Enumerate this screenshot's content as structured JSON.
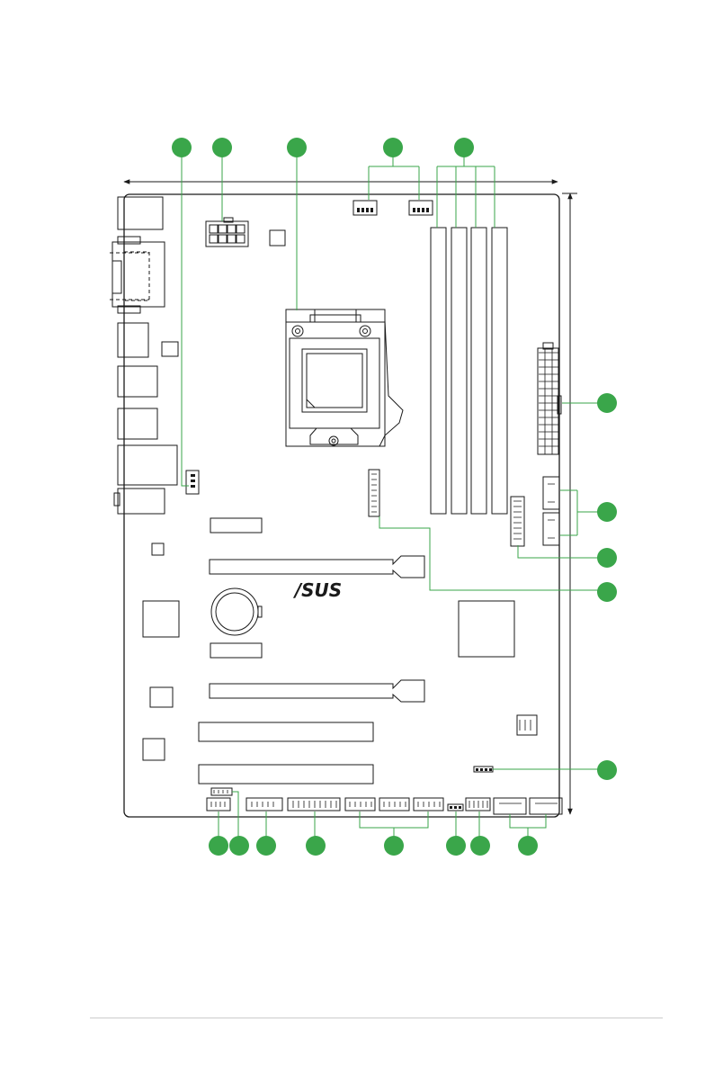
{
  "diagram": {
    "board_logo": "/SUS",
    "callouts": [
      {
        "id": "c1",
        "label": ""
      },
      {
        "id": "c2",
        "label": ""
      },
      {
        "id": "c3",
        "label": ""
      },
      {
        "id": "c4",
        "label": ""
      },
      {
        "id": "c5",
        "label": ""
      },
      {
        "id": "c6",
        "label": ""
      },
      {
        "id": "c7",
        "label": ""
      },
      {
        "id": "c8",
        "label": ""
      },
      {
        "id": "c9",
        "label": ""
      },
      {
        "id": "c10",
        "label": ""
      },
      {
        "id": "c11",
        "label": ""
      },
      {
        "id": "c12",
        "label": ""
      },
      {
        "id": "c13",
        "label": ""
      },
      {
        "id": "c14",
        "label": ""
      },
      {
        "id": "c15",
        "label": ""
      },
      {
        "id": "c16",
        "label": ""
      },
      {
        "id": "c17",
        "label": ""
      },
      {
        "id": "c18",
        "label": ""
      }
    ]
  },
  "colors": {
    "callout": "#3aa64a",
    "leader": "#3aa64a",
    "outline": "#1a1a1a",
    "footer_rule": "#cccccc"
  }
}
